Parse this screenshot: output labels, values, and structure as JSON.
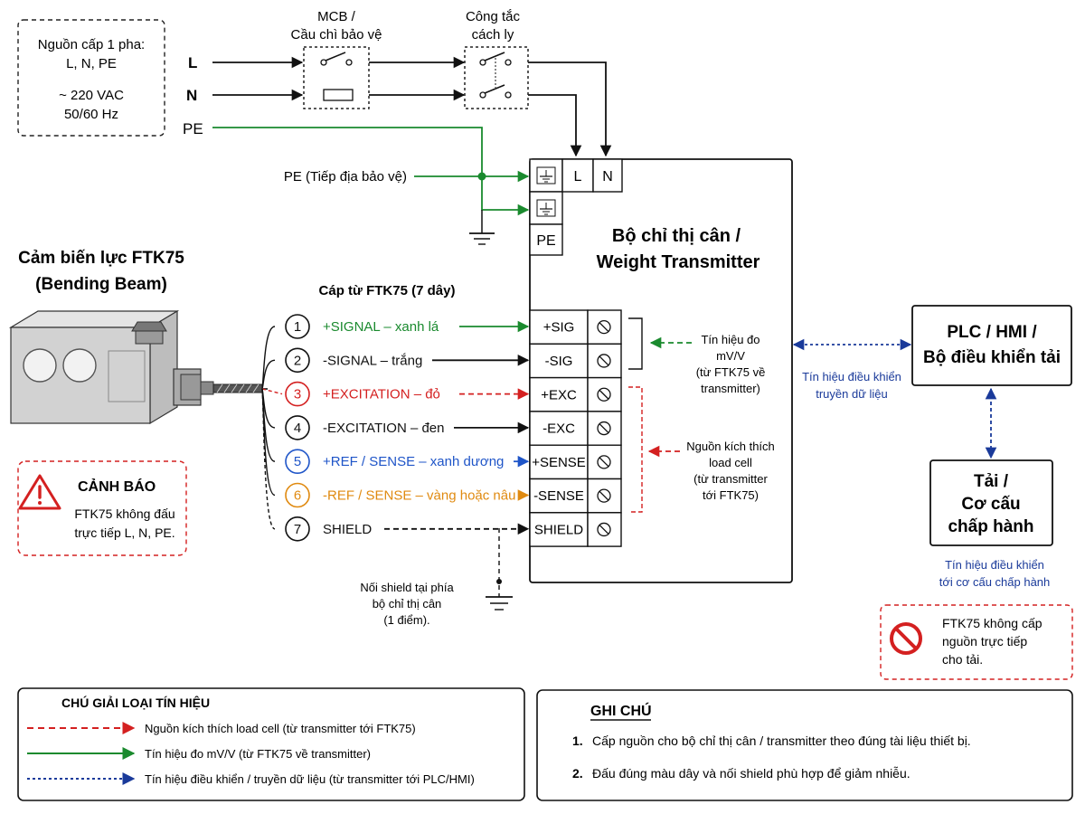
{
  "power_supply": {
    "line1": "Nguồn cấp 1 pha:",
    "line2": "L, N, PE",
    "line3": "~ 220 VAC",
    "line4": "50/60 Hz"
  },
  "lines": {
    "l": "L",
    "n": "N",
    "pe": "PE"
  },
  "mcb": {
    "line1": "MCB /",
    "line2": "Cầu chì bảo vệ"
  },
  "isolator": {
    "line1": "Công tắc",
    "line2": "cách ly"
  },
  "pe_label": "PE (Tiếp địa bảo vệ)",
  "transmitter": {
    "title1": "Bộ chỉ thị cân /",
    "title2": "Weight Transmitter",
    "power_terminals": [
      "L",
      "N",
      "PE"
    ],
    "signal_terminals": [
      "+SIG",
      "-SIG",
      "+EXC",
      "-EXC",
      "+SENSE",
      "-SENSE",
      "SHIELD"
    ]
  },
  "sensor": {
    "title1": "Cảm biến lực FTK75",
    "title2": "(Bending Beam)"
  },
  "cable": {
    "title": "Cáp từ FTK75 (7 dây)",
    "wires": [
      {
        "num": "1",
        "label": "+SIGNAL – xanh lá",
        "color": "#1a8a2e"
      },
      {
        "num": "2",
        "label": "-SIGNAL – trắng",
        "color": "#111111"
      },
      {
        "num": "3",
        "label": "+EXCITATION – đỏ",
        "color": "#d42020"
      },
      {
        "num": "4",
        "label": "-EXCITATION – đen",
        "color": "#111111"
      },
      {
        "num": "5",
        "label": "+REF / SENSE – xanh dương",
        "color": "#1f55c8"
      },
      {
        "num": "6",
        "label": "-REF / SENSE – vàng hoặc nâu",
        "color": "#e08a10"
      },
      {
        "num": "7",
        "label": "SHIELD",
        "color": "#111111"
      }
    ]
  },
  "signal_note": {
    "l1": "Tín hiệu đo",
    "l2": "mV/V",
    "l3": "(từ FTK75 về",
    "l4": "transmitter)"
  },
  "excitation_note": {
    "l1": "Nguồn kích thích",
    "l2": "load cell",
    "l3": "(từ transmitter",
    "l4": "tới FTK75)"
  },
  "shield_note": {
    "l1": "Nối shield tại phía",
    "l2": "bộ chỉ thị cân",
    "l3": "(1 điểm)."
  },
  "warning": {
    "title": "CẢNH BÁO",
    "l1": "FTK75 không đấu",
    "l2": "trực tiếp L, N, PE."
  },
  "comm_note": {
    "l1": "Tín hiệu điều khiển",
    "l2": "truyền dữ liệu"
  },
  "plc": {
    "l1": "PLC / HMI /",
    "l2": "Bộ điều khiển tải"
  },
  "load": {
    "l1": "Tải /",
    "l2": "Cơ cấu",
    "l3": "chấp hành"
  },
  "load_note": {
    "l1": "Tín hiệu điều khiển",
    "l2": "tới cơ cấu chấp hành"
  },
  "no_power_note": {
    "l1": "FTK75 không cấp",
    "l2": "nguồn trực tiếp",
    "l3": "cho tải."
  },
  "legend": {
    "title": "CHÚ GIẢI LOẠI TÍN HIỆU",
    "items": [
      "Nguồn kích thích load cell (từ transmitter tới FTK75)",
      "Tín hiệu đo mV/V (từ FTK75 về transmitter)",
      "Tín hiệu điều khiển / truyền dữ liệu (từ transmitter tới PLC/HMI)"
    ]
  },
  "notes": {
    "title": "GHI CHÚ",
    "items": [
      {
        "num": "1.",
        "text": "Cấp nguồn cho bộ chỉ thị cân / transmitter theo đúng tài liệu thiết bị."
      },
      {
        "num": "2.",
        "text": "Đấu đúng màu dây và nối shield phù hợp để giảm nhiễu."
      }
    ]
  },
  "colors": {
    "green": "#1a8a2e",
    "red": "#d42020",
    "blue": "#1f55c8",
    "navy": "#1a3a9a",
    "orange": "#e08a10"
  }
}
